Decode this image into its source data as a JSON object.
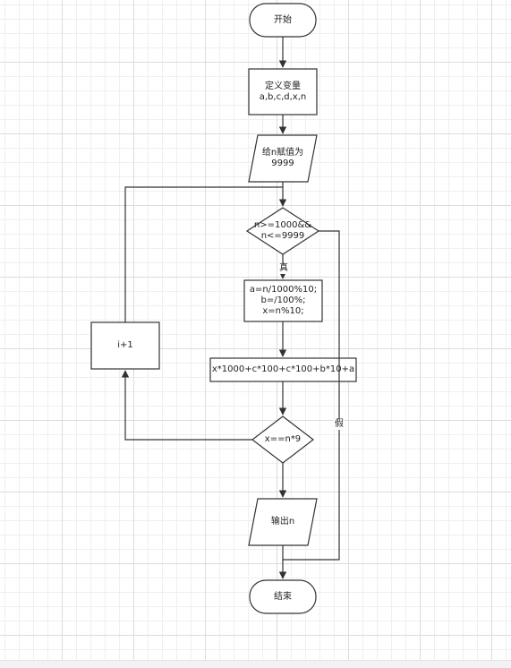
{
  "diagram": {
    "type": "flowchart",
    "nodes": {
      "start": {
        "shape": "terminator",
        "lines": [
          "开始"
        ]
      },
      "define_vars": {
        "shape": "process",
        "lines": [
          "定义变量",
          "a,b,c,d,x,n"
        ]
      },
      "assign_n": {
        "shape": "io",
        "lines": [
          "给n赋值为",
          "9999"
        ]
      },
      "condition_range": {
        "shape": "decision",
        "lines": [
          "n>=1000&&",
          "n<=9999"
        ]
      },
      "compute_digits": {
        "shape": "process",
        "lines": [
          "a=n/1000%10;",
          "b=/100%;",
          "x=n%10;"
        ]
      },
      "compute_x": {
        "shape": "process",
        "lines": [
          "x*1000+c*100+c*100+b*10+a"
        ]
      },
      "condition_eq": {
        "shape": "decision",
        "lines": [
          "x==n*9"
        ]
      },
      "increment": {
        "shape": "process",
        "lines": [
          "i+1"
        ]
      },
      "output_n": {
        "shape": "io",
        "lines": [
          "输出n"
        ]
      },
      "end": {
        "shape": "terminator",
        "lines": [
          "结束"
        ]
      }
    },
    "edge_labels": {
      "true_label": "真",
      "false_label": "假"
    },
    "colors": {
      "stroke": "#333333",
      "fill": "#ffffff",
      "text": "#222222",
      "grid": "#dcdcdc"
    }
  }
}
